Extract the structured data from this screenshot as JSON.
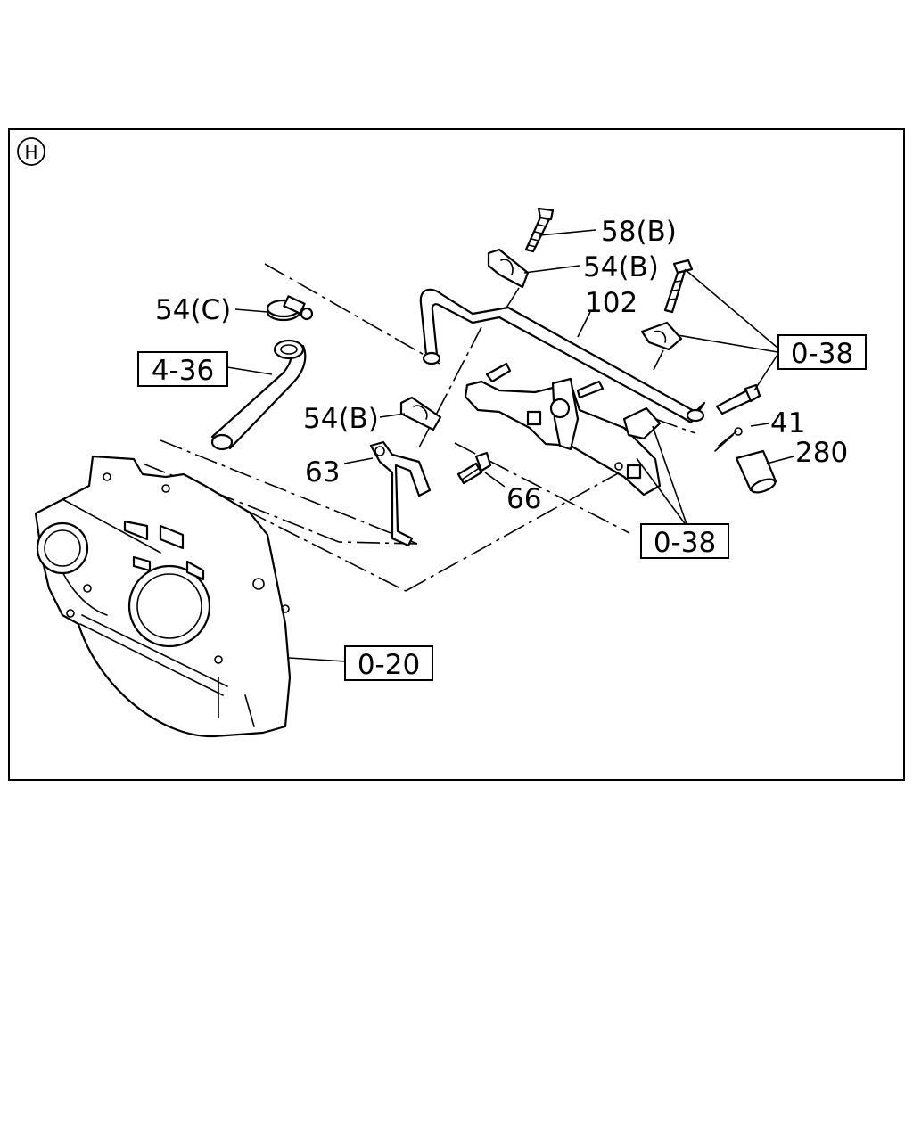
{
  "diagram": {
    "view_marker": "H",
    "part_labels": {
      "p58b": "58(B)",
      "p54b_top": "54(B)",
      "p102": "102",
      "p54c": "54(C)",
      "p54b_mid": "54(B)",
      "p41": "41",
      "p280": "280",
      "p63": "63",
      "p66": "66"
    },
    "reference_boxes": {
      "ref_436": "4-36",
      "ref_038_right": "0-38",
      "ref_038_lower": "0-38",
      "ref_020": "0-20"
    }
  }
}
